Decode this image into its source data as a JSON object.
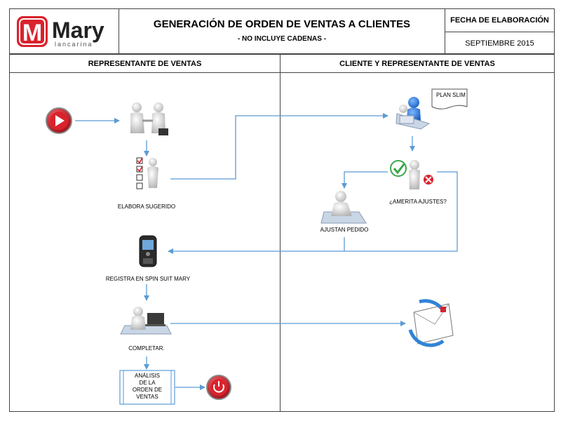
{
  "header": {
    "logo_text": "Mary",
    "logo_sub": "lancarina",
    "logo_mark": "M",
    "title": "GENERACIÓN  DE ORDEN  DE VENTAS  A CLIENTES",
    "subtitle": "- NO INCLUYE  CADENAS -",
    "date_label": "FECHA DE ELABORACIÓN",
    "date_value": "SEPTIEMBRE  2015"
  },
  "lanes": {
    "left": "REPRESENTANTE DE VENTAS",
    "right": "CLIENTE Y REPRESENTANTE DE VENTAS"
  },
  "steps": {
    "elabora": "ELABORA SUGERIDO",
    "registra": "REGISTRA EN SPIN SUIT MARY",
    "completar": "COMPLETAR.",
    "analisis_lines": [
      "ANÁLISIS",
      "DE LA",
      "ORDEN DE",
      "VENTAS"
    ],
    "plan": "PLAN SLIM",
    "amerita": "¿AMERITA AJUSTES?",
    "ajustan": "AJUSTAN PEDIDO"
  },
  "icons": {
    "start": "play-icon",
    "handshake": "handshake-icon",
    "checklist": "checklist-icon",
    "client": "client-laptop-icon",
    "decision": "check-cross-icon",
    "adjust": "writing-person-icon",
    "phone": "mobile-phone-icon",
    "computer": "person-computer-icon",
    "email": "email-send-icon",
    "end": "power-icon"
  },
  "colors": {
    "arrow": "#5b9bd5",
    "brand_red": "#d9232d",
    "start_red": "#c0202a",
    "check_green": "#3aa64a",
    "border": "#444444"
  }
}
